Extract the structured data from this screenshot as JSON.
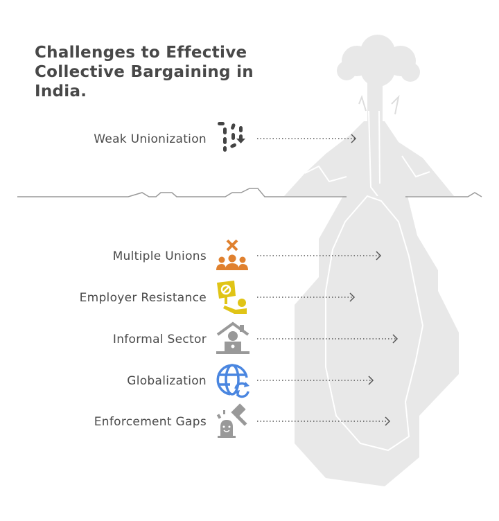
{
  "title": {
    "line1": "Challenges to Effective",
    "line2": "Collective Bargaining in",
    "line3": "India."
  },
  "items": [
    {
      "label": "Weak Unionization",
      "icon": "broken-chain-down-icon",
      "color": "#444444"
    },
    {
      "label": "Multiple Unions",
      "icon": "divided-group-icon",
      "color": "#e0812f"
    },
    {
      "label": "Employer Resistance",
      "icon": "protest-sign-icon",
      "color": "#e0c416"
    },
    {
      "label": "Informal Sector",
      "icon": "home-worker-icon",
      "color": "#999999"
    },
    {
      "label": "Globalization",
      "icon": "globe-sync-icon",
      "color": "#4a86e0"
    },
    {
      "label": "Enforcement Gaps",
      "icon": "gavel-icon",
      "color": "#999999"
    }
  ]
}
